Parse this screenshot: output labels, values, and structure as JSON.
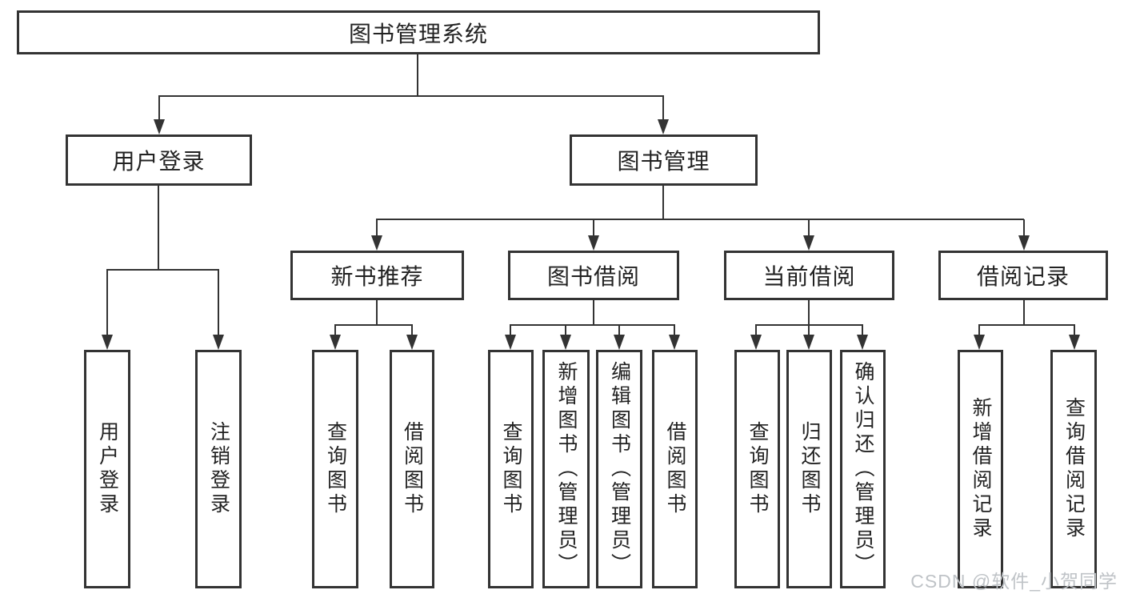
{
  "diagram": {
    "root": {
      "label": "图书管理系统"
    },
    "level2": [
      {
        "label": "用户登录"
      },
      {
        "label": "图书管理"
      }
    ],
    "level3": [
      {
        "label": "新书推荐"
      },
      {
        "label": "图书借阅"
      },
      {
        "label": "当前借阅"
      },
      {
        "label": "借阅记录"
      }
    ],
    "leaves": {
      "user_login": [
        "用户登录",
        "注销登录"
      ],
      "new_book": [
        "查询图书",
        "借阅图书"
      ],
      "book_borrow": [
        "查询图书",
        "新增图书（管理员）",
        "编辑图书（管理员）",
        "借阅图书"
      ],
      "current_borrow": [
        "查询图书",
        "归还图书",
        "确认归还（管理员）"
      ],
      "borrow_record": [
        "新增借阅记录",
        "查询借阅记录"
      ]
    }
  },
  "watermark": "CSDN @软件_小贺同学",
  "colors": {
    "line": "#333333",
    "text": "#222222",
    "watermark": "#bfc3c7",
    "background": "#ffffff"
  }
}
